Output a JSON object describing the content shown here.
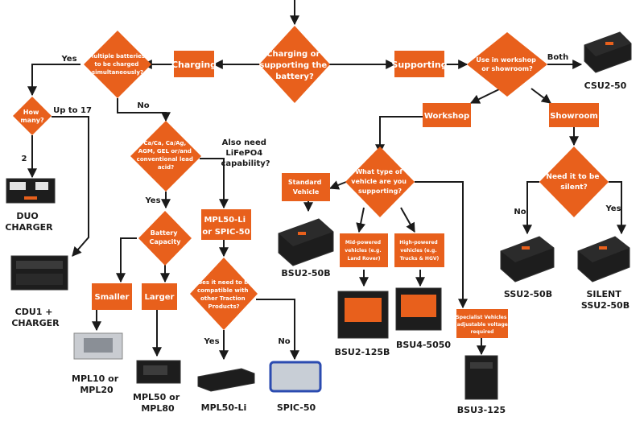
{
  "colors": {
    "accent": "#e8601c",
    "line": "#1a1a1a",
    "text_on_accent": "#ffffff"
  },
  "diamonds": {
    "center": [
      "Charging or",
      "supporting the",
      "battery?"
    ],
    "multiple": [
      "Multiple batteries",
      "to be charged",
      "simultaneously?"
    ],
    "howmany": [
      "How",
      "many?"
    ],
    "chemistry": [
      "Ca/Ca, Ca/Ag,",
      "AGM, GEL or/and",
      "conventional lead",
      "acid?"
    ],
    "capacity": [
      "Battery",
      "Capacity"
    ],
    "compatible": [
      "Does it need to be",
      "compatible with",
      "other Traction",
      "Products?"
    ],
    "workshop_or_showroom": [
      "Use in workshop",
      "or showroom?"
    ],
    "vehicle_type": [
      "What type of",
      "vehicle are you",
      "supporting?"
    ],
    "silent": [
      "Need it to be",
      "silent?"
    ]
  },
  "boxes": {
    "charging": "Charging",
    "supporting": "Supporting",
    "workshop": "Workshop",
    "showroom": "Showroom",
    "smaller": "Smaller",
    "larger": "Larger",
    "mpl50li_or_spic50": [
      "MPL50-Li",
      "or SPIC-50"
    ],
    "standard_vehicle": [
      "Standard",
      "Vehicle"
    ],
    "mid_powered": [
      "Mid-powered",
      "vehicles (e.g.",
      "Land Rover)"
    ],
    "high_powered": [
      "High-powered",
      "vehicles (e.g.",
      "Trucks & HGV)"
    ],
    "specialist": [
      "Specialist Vehicles",
      "(adjustable voltage",
      "required"
    ]
  },
  "edge_labels": {
    "yes_multiple": "Yes",
    "no_multiple": "No",
    "up_to_17": "Up to 17",
    "two": "2",
    "yes_chemistry": "Yes",
    "also_need": [
      "Also need",
      "LiFePO4",
      "capability?"
    ],
    "yes_compatible": "Yes",
    "no_compatible": "No",
    "both": "Both",
    "no_silent": "No",
    "yes_silent": "Yes"
  },
  "products": {
    "csu2_50": "CSU2-50",
    "duo_charger": [
      "DUO",
      "CHARGER"
    ],
    "cdu1_charger": [
      "CDU1 +",
      "CHARGER"
    ],
    "mpl10_mpl20": [
      "MPL10 or",
      "MPL20"
    ],
    "mpl50_mpl80": [
      "MPL50 or",
      "MPL80"
    ],
    "mpl50_li": "MPL50-Li",
    "spic_50": "SPIC-50",
    "bsu2_50b": "BSU2-50B",
    "bsu2_125b": "BSU2-125B",
    "bsu4_5050": "BSU4-5050",
    "bsu3_125": "BSU3-125",
    "ssu2_50b": "SSU2-50B",
    "silent_ssu2_50b": [
      "SILENT",
      "SSU2-50B"
    ]
  }
}
